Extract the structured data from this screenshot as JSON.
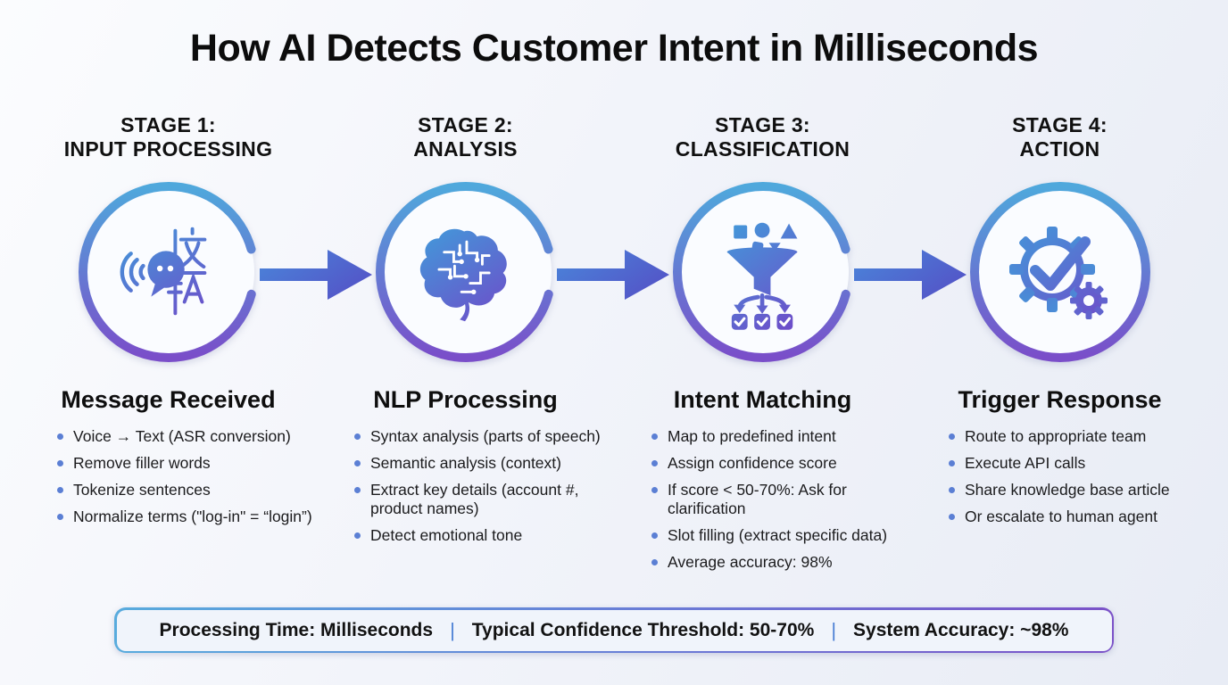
{
  "title": "How AI Detects Customer Intent in Milliseconds",
  "stages": [
    {
      "label_line1": "STAGE 1:",
      "label_line2": "INPUT PROCESSING",
      "icon": "voice-translation-icon",
      "card_title": "Message Received",
      "bullets": [
        "Voice → Text (ASR conversion)",
        "Remove filler words",
        "Tokenize sentences",
        "Normalize terms (\"log-in\" = “login”)"
      ]
    },
    {
      "label_line1": "STAGE 2:",
      "label_line2": "ANALYSIS",
      "icon": "circuit-brain-icon",
      "card_title": "NLP Processing",
      "bullets": [
        "Syntax analysis (parts of speech)",
        "Semantic analysis (context)",
        "Extract key details (account #, product names)",
        "Detect emotional tone"
      ]
    },
    {
      "label_line1": "STAGE 3:",
      "label_line2": "CLASSIFICATION",
      "icon": "funnel-filter-icon",
      "card_title": "Intent Matching",
      "bullets": [
        "Map to predefined intent",
        "Assign confidence score",
        "If score < 50-70%: Ask for clarification",
        "Slot filling (extract specific data)",
        "Average accuracy: 98%"
      ]
    },
    {
      "label_line1": "STAGE 4:",
      "label_line2": "ACTION",
      "icon": "gear-check-icon",
      "card_title": "Trigger Response",
      "bullets": [
        "Route to appropriate team",
        "Execute API calls",
        "Share knowledge base article",
        "Or escalate to human agent"
      ]
    }
  ],
  "footer": {
    "items": [
      "Processing Time: Milliseconds",
      "Typical Confidence Threshold: 50-70%",
      "System Accuracy: ~98%"
    ],
    "divider": "|"
  },
  "colors": {
    "ring_gradient_top": "#4FA8DC",
    "ring_gradient_bottom": "#7A4EC9",
    "arrow_blue": "#4B79D5",
    "bullet_dot": "#5B7FD4",
    "footer_divider_blue": "#4A7FD4",
    "background": "#EFF2F8"
  }
}
